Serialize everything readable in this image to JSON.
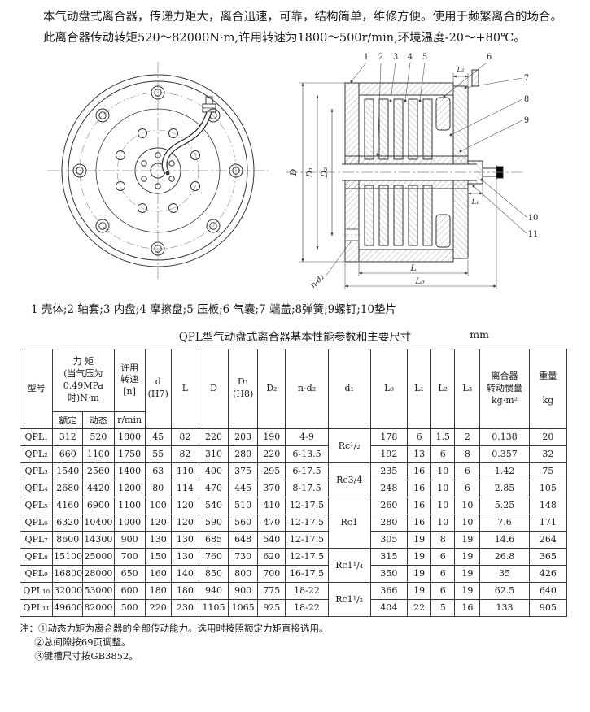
{
  "doc": {
    "para1": "本气动盘式离合器，传递力矩大，离合迅速，可靠，结构简单，维修方便。使用于频繁离合的场合。",
    "para2": "此离合器传动转矩520～82000N·m,许用转速为1800～500r/min,环境温度-20～+80℃。",
    "parts_caption": "1 壳体;2 轴套;3 内盘;4 摩擦盘;5 压板;6 气囊;7 端盖;8弹簧;9螺钉;10垫片",
    "notes": [
      "注：①动态力矩为离合器的全部传动能力。选用时按照额定力矩直接选用。",
      "②总间隙按69页调整。",
      "③键槽尺寸按GB3852。"
    ]
  },
  "drawing": {
    "callouts": [
      "1",
      "2",
      "3",
      "4",
      "5",
      "6",
      "7",
      "8",
      "9",
      "10",
      "11"
    ],
    "dims": {
      "D": "D",
      "D1": "D₁",
      "D2": "D₂",
      "L": "L",
      "L0": "L₀",
      "L1": "L₁",
      "L2": "L₂",
      "nd2": "n-d₂"
    }
  },
  "table": {
    "title": "QPL型气动盘式离合器基本性能参数和主要尺寸",
    "unit": "mm",
    "header": {
      "model": "型号",
      "torque_group": "力  矩\n(当气压为\n0.49MPa\n时)N·m",
      "rated": "额定",
      "dynamic": "动态",
      "speed_group": "许用\n转速\n[n]",
      "speed_unit": "r/min",
      "d": "d\n(H7)",
      "L": "L",
      "D": "D",
      "D1": "D₁\n(H8)",
      "D2": "D₂",
      "n_d2": "n-d₂",
      "d1": "d₁",
      "L0": "L₀",
      "L1": "L₁",
      "L2": "L₂",
      "L3": "L₃",
      "inertia": "离合器\n转动惯量\nkg·m²",
      "weight": "重量\n\nkg"
    },
    "rows": [
      {
        "model": "QPL₁",
        "rated": "312",
        "dynamic": "520",
        "speed": "1800",
        "d": "45",
        "L": "82",
        "D": "220",
        "D1": "203",
        "D2": "190",
        "n_d2": "4-9",
        "d1": "Rc¹/₂",
        "d1_span": 2,
        "L0": "178",
        "L1": "6",
        "L2": "1.5",
        "L3": "2",
        "inertia": "0.138",
        "weight": "20"
      },
      {
        "model": "QPL₂",
        "rated": "660",
        "dynamic": "1100",
        "speed": "1750",
        "d": "55",
        "L": "82",
        "D": "310",
        "D1": "280",
        "D2": "220",
        "n_d2": "6-13.5",
        "L0": "192",
        "L1": "13",
        "L2": "6",
        "L3": "8",
        "inertia": "0.357",
        "weight": "32"
      },
      {
        "model": "QPL₃",
        "rated": "1540",
        "dynamic": "2560",
        "speed": "1400",
        "d": "63",
        "L": "110",
        "D": "400",
        "D1": "375",
        "D2": "295",
        "n_d2": "6-17.5",
        "d1": "Rc3/4",
        "d1_span": 2,
        "L0": "235",
        "L1": "16",
        "L2": "10",
        "L3": "6",
        "inertia": "1.42",
        "weight": "75"
      },
      {
        "model": "QPL₄",
        "rated": "2680",
        "dynamic": "4420",
        "speed": "1200",
        "d": "80",
        "L": "114",
        "D": "470",
        "D1": "445",
        "D2": "370",
        "n_d2": "8-17.5",
        "L0": "248",
        "L1": "16",
        "L2": "10",
        "L3": "6",
        "inertia": "2.85",
        "weight": "105"
      },
      {
        "model": "QPL₅",
        "rated": "4160",
        "dynamic": "6900",
        "speed": "1100",
        "d": "100",
        "L": "120",
        "D": "540",
        "D1": "510",
        "D2": "410",
        "n_d2": "12-17.5",
        "d1": "Rc1",
        "d1_span": 3,
        "L0": "260",
        "L1": "16",
        "L2": "10",
        "L3": "10",
        "inertia": "5.25",
        "weight": "148"
      },
      {
        "model": "QPL₆",
        "rated": "6320",
        "dynamic": "10400",
        "speed": "1000",
        "d": "120",
        "L": "120",
        "D": "590",
        "D1": "560",
        "D2": "470",
        "n_d2": "12-17.5",
        "L0": "280",
        "L1": "16",
        "L2": "10",
        "L3": "10",
        "inertia": "7.6",
        "weight": "171"
      },
      {
        "model": "QPL₇",
        "rated": "8600",
        "dynamic": "14300",
        "speed": "900",
        "d": "130",
        "L": "130",
        "D": "685",
        "D1": "648",
        "D2": "540",
        "n_d2": "12-17.5",
        "L0": "305",
        "L1": "19",
        "L2": "8",
        "L3": "19",
        "inertia": "14.6",
        "weight": "264"
      },
      {
        "model": "QPL₈",
        "rated": "15100",
        "dynamic": "25000",
        "speed": "700",
        "d": "150",
        "L": "130",
        "D": "760",
        "D1": "730",
        "D2": "620",
        "n_d2": "12-17.5",
        "d1": "Rc1¹/₄",
        "d1_span": 2,
        "L0": "315",
        "L1": "19",
        "L2": "6",
        "L3": "19",
        "inertia": "26.8",
        "weight": "365"
      },
      {
        "model": "QPL₉",
        "rated": "16800",
        "dynamic": "28000",
        "speed": "650",
        "d": "160",
        "L": "140",
        "D": "850",
        "D1": "800",
        "D2": "700",
        "n_d2": "16-17.5",
        "L0": "350",
        "L1": "19",
        "L2": "6",
        "L3": "19",
        "inertia": "35",
        "weight": "426"
      },
      {
        "model": "QPL₁₀",
        "rated": "32000",
        "dynamic": "53000",
        "speed": "600",
        "d": "180",
        "L": "180",
        "D": "940",
        "D1": "900",
        "D2": "775",
        "n_d2": "18-22",
        "d1": "Rc1¹/₂",
        "d1_span": 2,
        "L0": "366",
        "L1": "19",
        "L2": "6",
        "L3": "19",
        "inertia": "62.5",
        "weight": "640"
      },
      {
        "model": "QPL₁₁",
        "rated": "49600",
        "dynamic": "82000",
        "speed": "500",
        "d": "220",
        "L": "230",
        "D": "1105",
        "D1": "1065",
        "D2": "925",
        "n_d2": "18-22",
        "L0": "404",
        "L1": "22",
        "L2": "5",
        "L3": "16",
        "inertia": "133",
        "weight": "905"
      }
    ]
  }
}
